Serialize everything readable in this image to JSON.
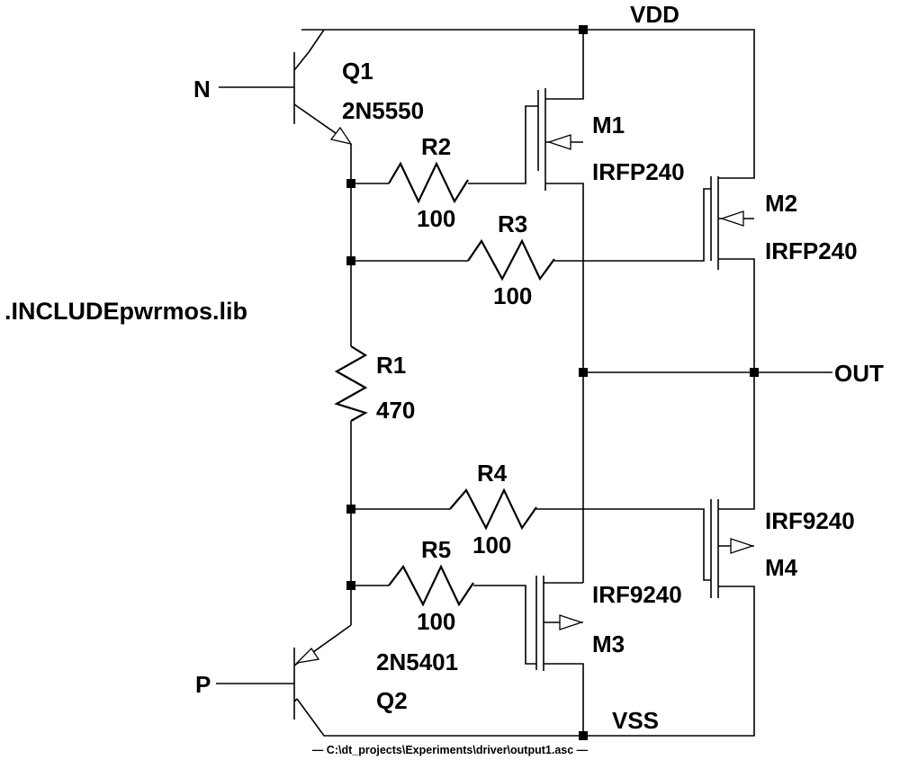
{
  "nets": {
    "vdd": "VDD",
    "vss": "VSS",
    "out": "OUT",
    "n": "N",
    "p": "P"
  },
  "directive": ".INCLUDEpwrmos.lib",
  "file_path": "— C:\\dt_projects\\Experiments\\driver\\output1.asc —",
  "components": {
    "q1": {
      "ref": "Q1",
      "value": "2N5550"
    },
    "q2": {
      "ref": "Q2",
      "value": "2N5401"
    },
    "m1": {
      "ref": "M1",
      "value": "IRFP240"
    },
    "m2": {
      "ref": "M2",
      "value": "IRFP240"
    },
    "m3": {
      "ref": "M3",
      "value": "IRF9240"
    },
    "m4": {
      "ref": "M4",
      "value": "IRF9240"
    },
    "r1": {
      "ref": "R1",
      "value": "470"
    },
    "r2": {
      "ref": "R2",
      "value": "100"
    },
    "r3": {
      "ref": "R3",
      "value": "100"
    },
    "r4": {
      "ref": "R4",
      "value": "100"
    },
    "r5": {
      "ref": "R5",
      "value": "100"
    }
  }
}
